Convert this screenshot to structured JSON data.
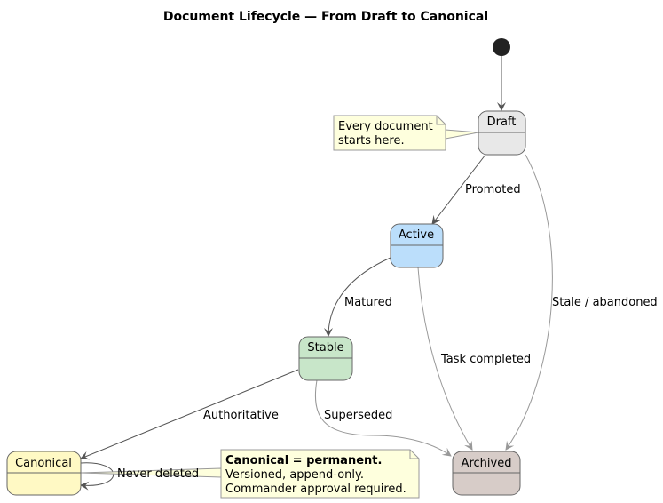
{
  "title": "Document Lifecycle — From Draft to Canonical",
  "states": {
    "draft": {
      "label": "Draft",
      "fill": "#E8E8E8"
    },
    "active": {
      "label": "Active",
      "fill": "#BBDEFB"
    },
    "stable": {
      "label": "Stable",
      "fill": "#C8E6C9"
    },
    "canonical": {
      "label": "Canonical",
      "fill": "#FFF9C4"
    },
    "archived": {
      "label": "Archived",
      "fill": "#D7CCC8"
    }
  },
  "transitions": {
    "start_to_draft": {
      "from": "start",
      "to": "Draft",
      "label": ""
    },
    "promoted": {
      "from": "Draft",
      "to": "Active",
      "label": "Promoted"
    },
    "stale": {
      "from": "Draft",
      "to": "Archived",
      "label": "Stale / abandoned"
    },
    "matured": {
      "from": "Active",
      "to": "Stable",
      "label": "Matured"
    },
    "task_completed": {
      "from": "Active",
      "to": "Archived",
      "label": "Task completed"
    },
    "authoritative": {
      "from": "Stable",
      "to": "Canonical",
      "label": "Authoritative"
    },
    "superseded": {
      "from": "Stable",
      "to": "Archived",
      "label": "Superseded"
    },
    "never_deleted": {
      "from": "Canonical",
      "to": "Canonical",
      "label": "Never deleted"
    }
  },
  "notes": {
    "draft_note": {
      "lines": [
        "Every document",
        "starts here."
      ]
    },
    "canonical_note": {
      "title": "Canonical = permanent.",
      "lines": [
        "Versioned, append-only.",
        "Commander approval required."
      ]
    }
  },
  "colors": {
    "note_fill": "#FEFFDD",
    "edge_dark": "#555555",
    "edge_light": "#999999",
    "start_node": "#222222"
  }
}
